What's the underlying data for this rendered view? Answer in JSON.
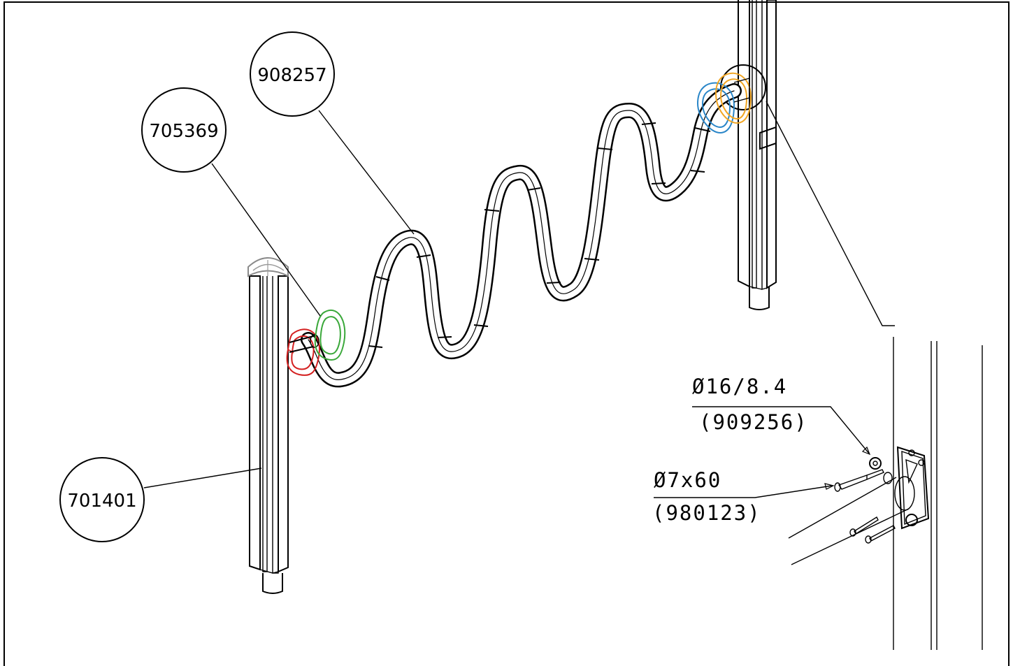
{
  "part_bubbles": {
    "p908257": "908257",
    "p705369": "705369",
    "p701401": "701401"
  },
  "detail": {
    "washer_dim": "Ø16/8.4",
    "washer_part": "(909256)",
    "screw_dim": "Ø7x60",
    "screw_part": "(980123)"
  },
  "colors": {
    "ring_red": "#d42020",
    "ring_green": "#3aa83a",
    "ring_blue": "#2a86c8",
    "ring_orange": "#f2a623"
  },
  "icons": {
    "post": "square-post-drawing",
    "rail": "wavy-tube-rail-drawing",
    "ring": "d-ring-connector-drawing",
    "wall_plate": "wall-mount-plate-drawing",
    "screw": "screw-drawing",
    "washer": "washer-drawing"
  }
}
